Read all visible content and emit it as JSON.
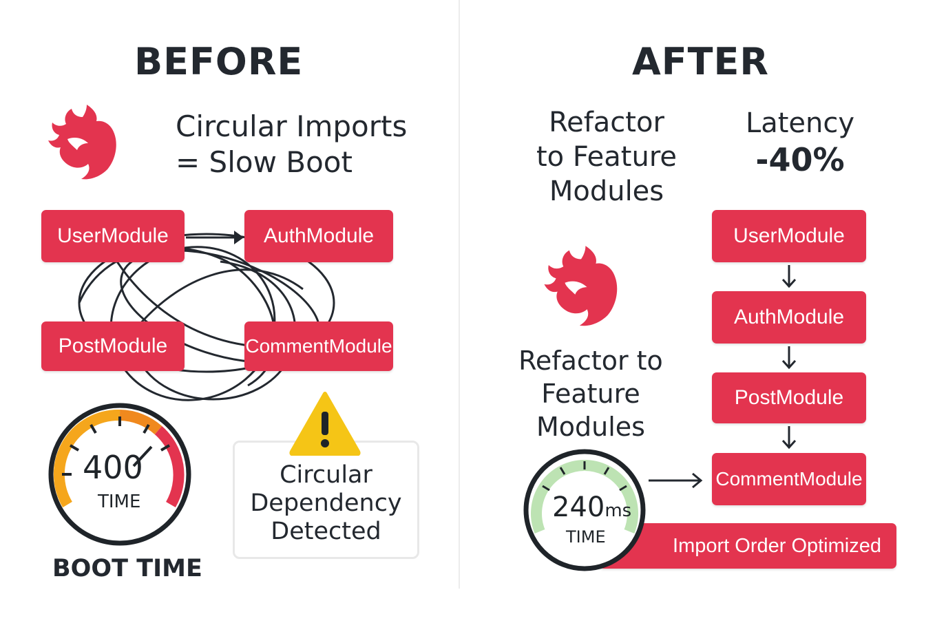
{
  "colors": {
    "accent": "#e3344f",
    "ink": "#23282f",
    "warning": "#f5c516",
    "gauge_green": "#bde3b3",
    "gauge_orange": "#f5a61c"
  },
  "before": {
    "heading": "BEFORE",
    "caption_line1": "Circular Imports",
    "caption_line2": "= Slow Boot",
    "modules": [
      "UserModule",
      "AuthModule",
      "PostModule",
      "CommentModule"
    ],
    "gauge": {
      "value": "400",
      "label": "TIME"
    },
    "boot_time_label": "BOOT TIME",
    "warning": {
      "icon": "warning-icon",
      "line1": "Circular",
      "line2": "Dependency",
      "line3": "Detected"
    }
  },
  "after": {
    "heading": "AFTER",
    "refactor_title": {
      "line1": "Refactor",
      "line2": "to Feature",
      "line3": "Modules"
    },
    "latency": {
      "label": "Latency",
      "value": "-40%"
    },
    "refactor_lower": {
      "line1": "Refactor to",
      "line2": "Feature",
      "line3": "Modules"
    },
    "modules": [
      "UserModule",
      "AuthModule",
      "PostModule",
      "CommentModule"
    ],
    "gauge": {
      "value": "240",
      "unit": "ms",
      "label": "TIME"
    },
    "import_order": "Import Order Optimized"
  },
  "icons": {
    "logo": "nestjs-logo-icon",
    "arrow": "arrow-right-icon",
    "down_arrow": "arrow-down-icon"
  }
}
